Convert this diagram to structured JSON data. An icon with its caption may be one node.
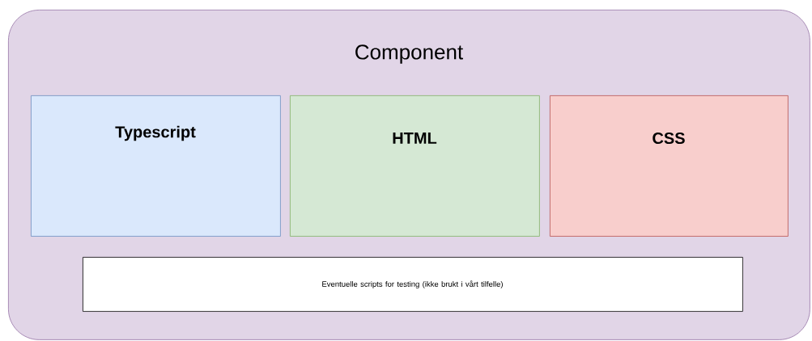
{
  "diagram": {
    "nodes": [
      {
        "text": [
          "Component"
        ]
      },
      {
        "text": [
          "Typescript"
        ],
        "in": 0
      },
      {
        "text": [
          "HTML"
        ],
        "in": 0
      },
      {
        "text": [
          "CSS"
        ],
        "in": 0
      },
      {
        "text": [
          "Eventuelle scripts for testing (ikke brukt i vårt tilfelle)"
        ],
        "in": 0
      }
    ]
  }
}
